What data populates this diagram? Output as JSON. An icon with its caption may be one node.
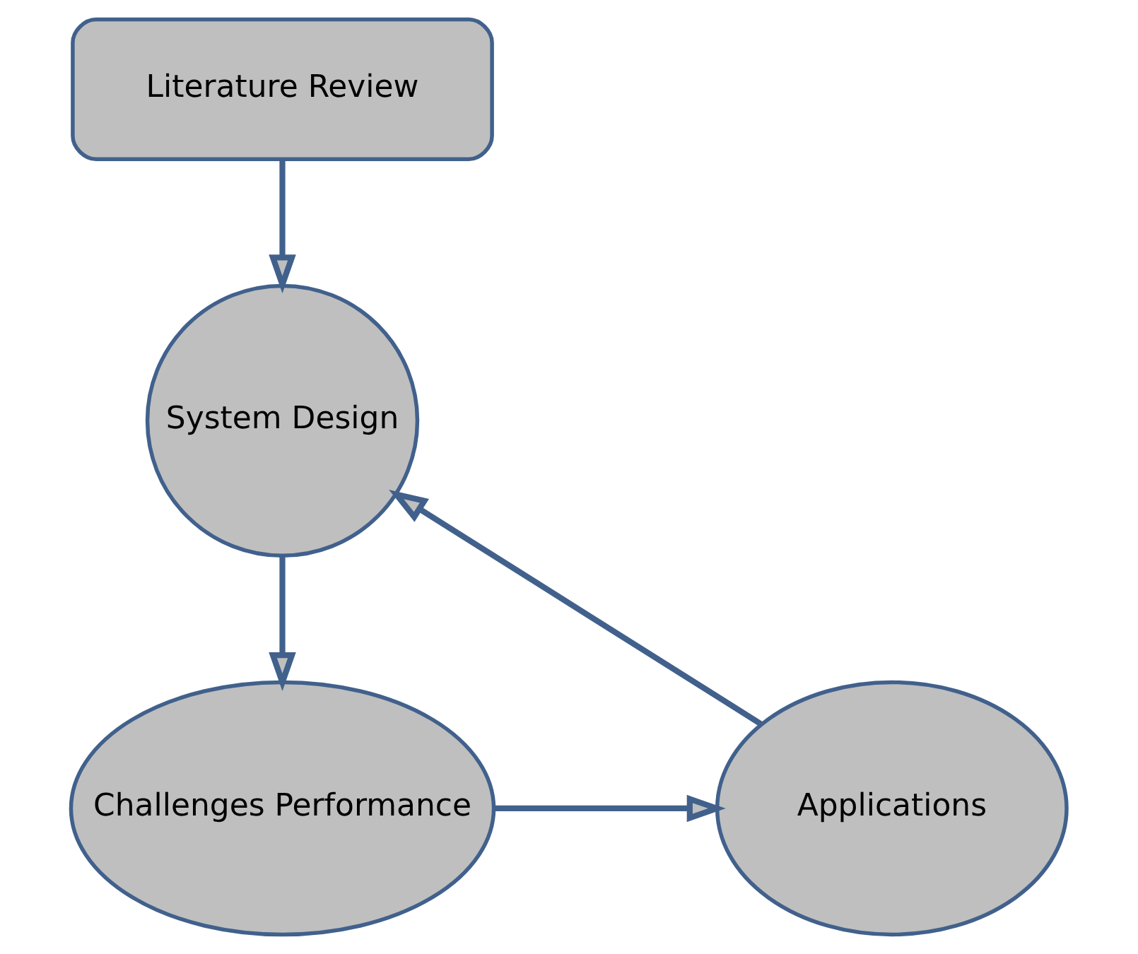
{
  "diagram": {
    "nodes": [
      {
        "text": [
          "Literature Review"
        ]
      },
      {
        "text": [
          "System Design"
        ]
      },
      {
        "text": [
          "Challenges Performance"
        ]
      },
      {
        "text": [
          "Applications"
        ]
      }
    ],
    "edges": [
      {
        "from": 0,
        "to": 1,
        "arrow": "to"
      },
      {
        "from": 1,
        "to": 2,
        "arrow": "to"
      },
      {
        "from": 2,
        "to": 3,
        "arrow": "to"
      },
      {
        "from": 3,
        "to": 1,
        "arrow": "to"
      }
    ]
  }
}
